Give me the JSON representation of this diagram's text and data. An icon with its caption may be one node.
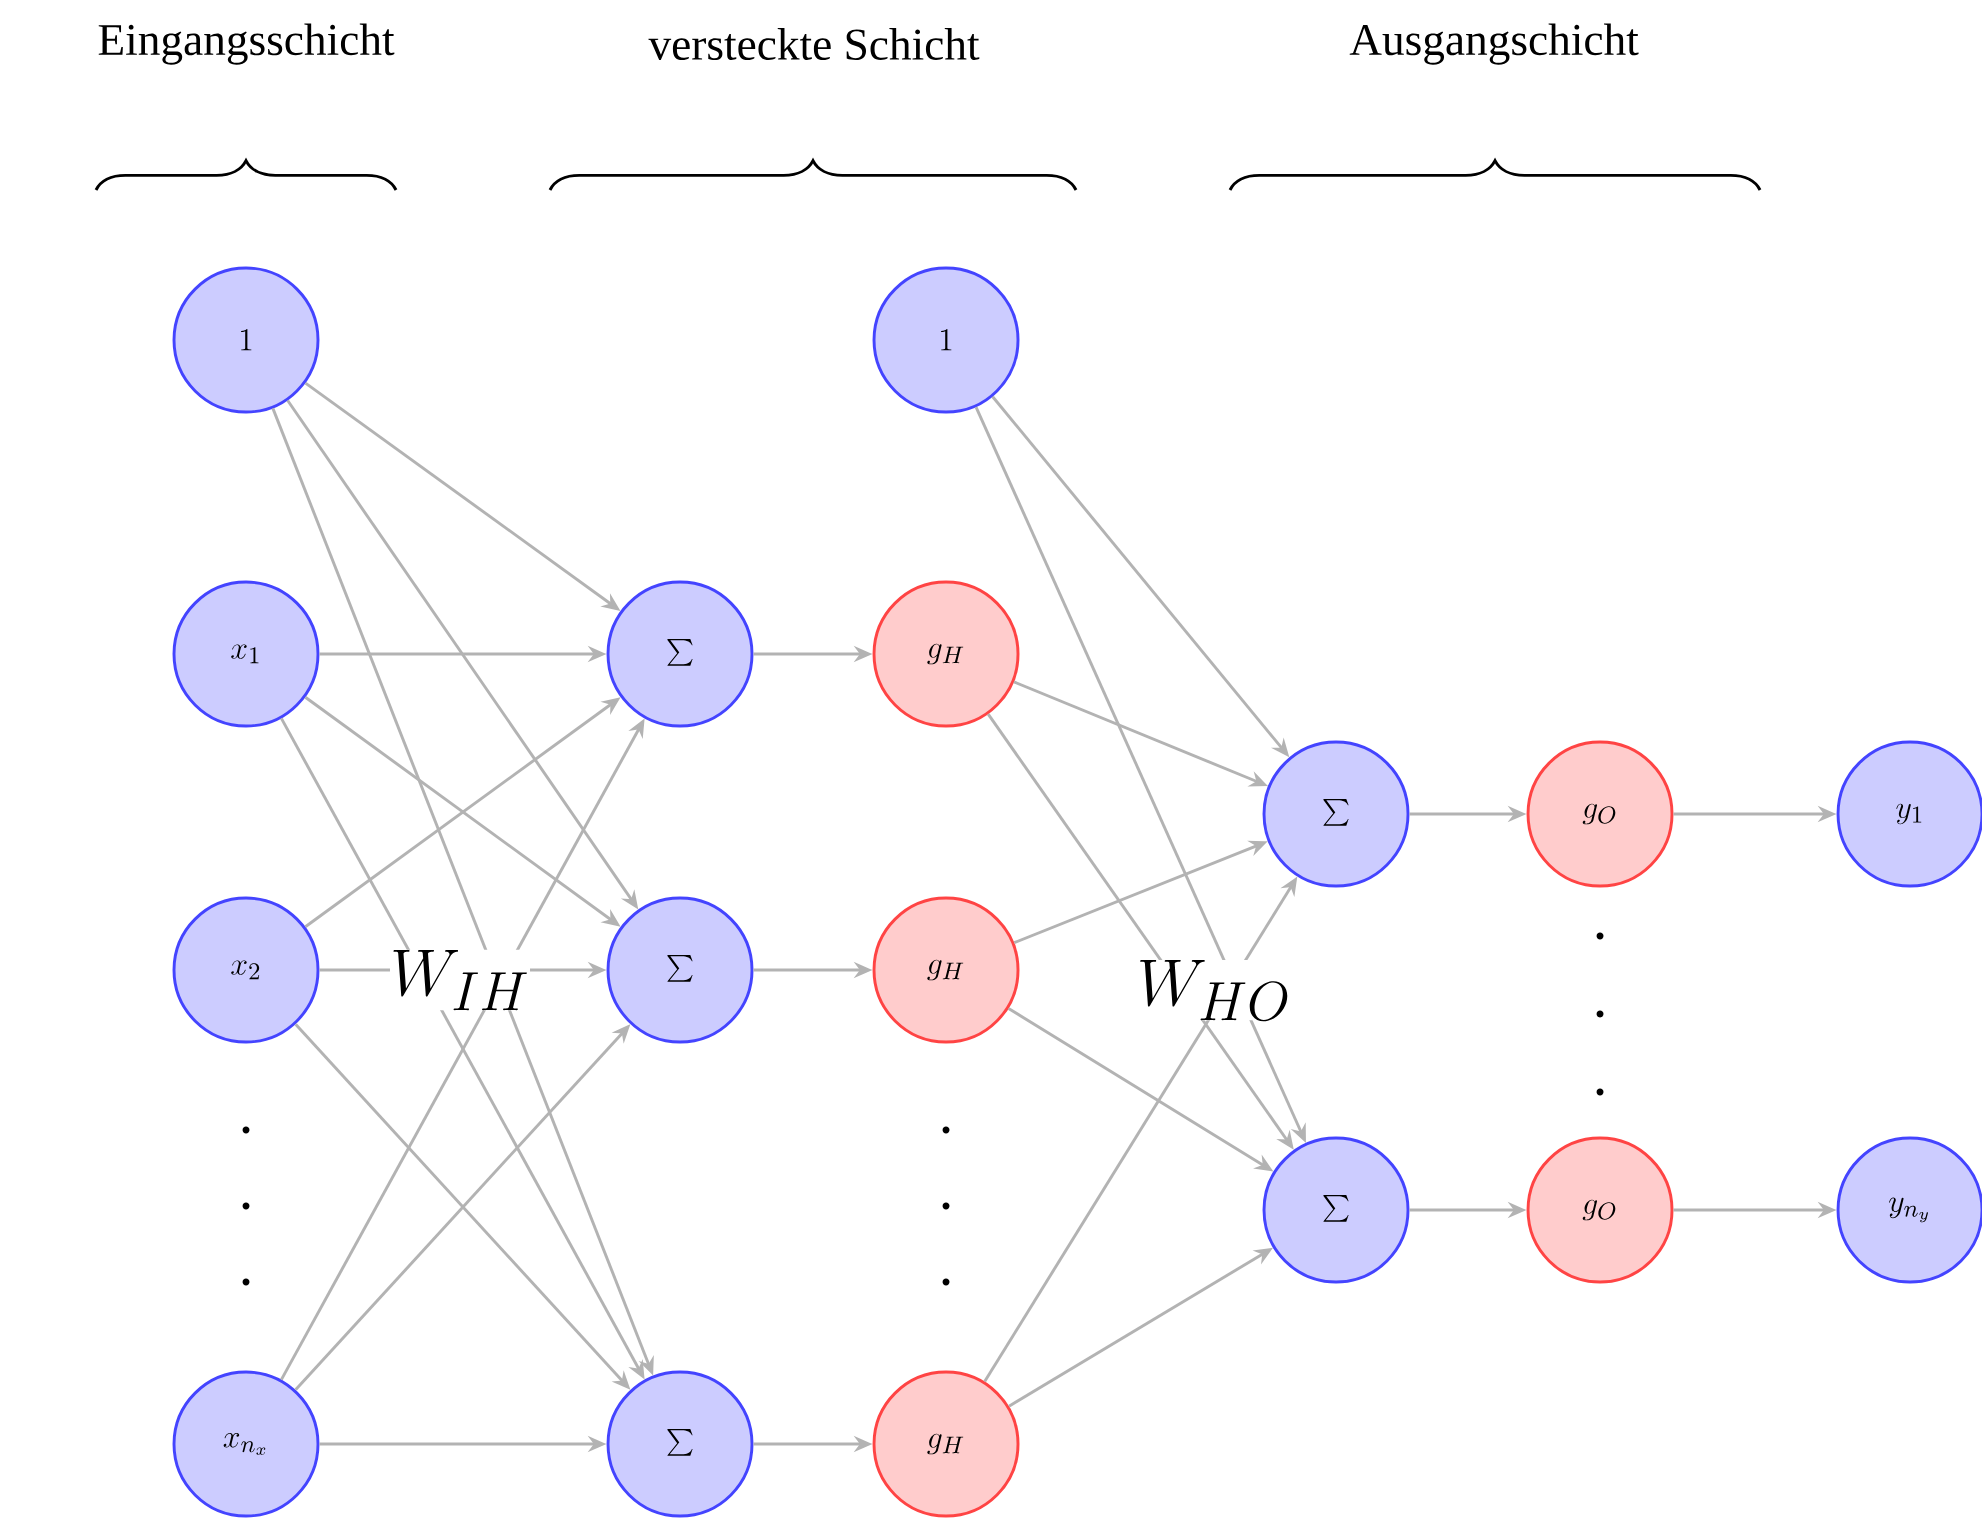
{
  "diagram": {
    "nodes": [
      {
        "text": [
          "1"
        ]
      },
      {
        "text": [
          "x_1"
        ]
      },
      {
        "text": [
          "x_2"
        ]
      },
      {
        "text": [
          "x_{n_x}"
        ]
      },
      {
        "text": [
          "1"
        ]
      },
      {
        "text": [
          "\\sum"
        ]
      },
      {
        "text": [
          "\\sum"
        ]
      },
      {
        "text": [
          "\\sum"
        ]
      },
      {
        "text": [
          "g_H"
        ]
      },
      {
        "text": [
          "g_H"
        ]
      },
      {
        "text": [
          "g_H"
        ]
      },
      {
        "text": [
          "\\sum"
        ]
      },
      {
        "text": [
          "\\sum"
        ]
      },
      {
        "text": [
          "g_O"
        ]
      },
      {
        "text": [
          "g_O"
        ]
      },
      {
        "text": [
          "y_1"
        ]
      },
      {
        "text": [
          "y_{n_y}"
        ]
      }
    ],
    "edges": [
      {
        "from": 0,
        "to": 5,
        "arrow": "to"
      },
      {
        "from": 0,
        "to": 6,
        "arrow": "to"
      },
      {
        "from": 0,
        "to": 7,
        "arrow": "to"
      },
      {
        "from": 1,
        "to": 5,
        "arrow": "to"
      },
      {
        "from": 1,
        "to": 6,
        "arrow": "to"
      },
      {
        "from": 1,
        "to": 7,
        "arrow": "to"
      },
      {
        "from": 2,
        "to": 5,
        "arrow": "to"
      },
      {
        "from": 2,
        "to": 6,
        "arrow": "to"
      },
      {
        "from": 2,
        "to": 7,
        "arrow": "to"
      },
      {
        "from": 3,
        "to": 5,
        "arrow": "to"
      },
      {
        "from": 3,
        "to": 6,
        "arrow": "to"
      },
      {
        "from": 3,
        "to": 7,
        "arrow": "to"
      },
      {
        "from": 5,
        "to": 8,
        "arrow": "to"
      },
      {
        "from": 6,
        "to": 9,
        "arrow": "to"
      },
      {
        "from": 7,
        "to": 10,
        "arrow": "to"
      },
      {
        "from": 4,
        "to": 11,
        "arrow": "to"
      },
      {
        "from": 4,
        "to": 12,
        "arrow": "to"
      },
      {
        "from": 8,
        "to": 11,
        "arrow": "to"
      },
      {
        "from": 8,
        "to": 12,
        "arrow": "to"
      },
      {
        "from": 9,
        "to": 11,
        "arrow": "to"
      },
      {
        "from": 9,
        "to": 12,
        "arrow": "to"
      },
      {
        "from": 10,
        "to": 11,
        "arrow": "to"
      },
      {
        "from": 10,
        "to": 12,
        "arrow": "to"
      },
      {
        "from": 11,
        "to": 13,
        "arrow": "to"
      },
      {
        "from": 12,
        "to": 14,
        "arrow": "to"
      },
      {
        "from": 13,
        "to": 15,
        "arrow": "to"
      },
      {
        "from": 14,
        "to": 16,
        "arrow": "to"
      }
    ],
    "labels": [
      "Eingangsschicht",
      "versteckte Schicht",
      "Ausgangschicht",
      "W_{IH}",
      "W_{HO}"
    ]
  }
}
